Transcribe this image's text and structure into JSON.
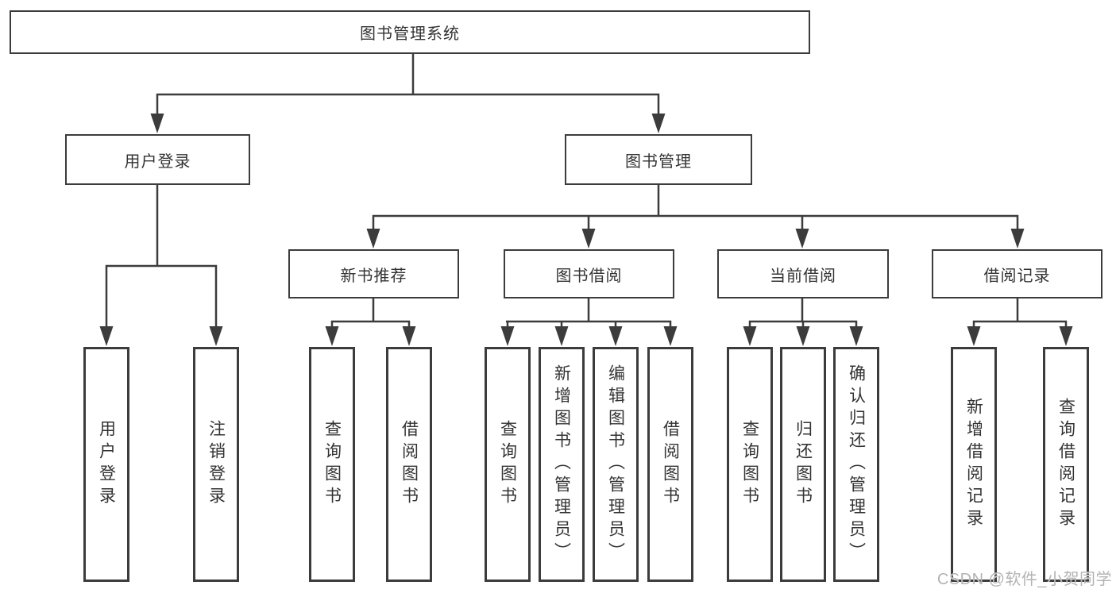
{
  "diagram": {
    "root": {
      "label": "图书管理系统"
    },
    "branches": [
      {
        "label": "用户登录",
        "children": [
          "用户登录",
          "注销登录"
        ]
      },
      {
        "label": "图书管理",
        "sections": [
          {
            "label": "新书推荐",
            "children": [
              "查询图书",
              "借阅图书"
            ]
          },
          {
            "label": "图书借阅",
            "children": [
              "查询图书",
              "新增图书（管理员）",
              "编辑图书（管理员）",
              "借阅图书"
            ]
          },
          {
            "label": "当前借阅",
            "children": [
              "查询图书",
              "归还图书",
              "确认归还（管理员）"
            ]
          },
          {
            "label": "借阅记录",
            "children": [
              "新增借阅记录",
              "查询借阅记录"
            ]
          }
        ]
      }
    ]
  },
  "watermark": {
    "text": "CSDN @软件_小贺同学"
  },
  "colors": {
    "line": "#3c3c3c",
    "box_border": "#3c3c3c",
    "box_fill": "#ffffff",
    "text": "#333333",
    "watermark_text": "#b3b3b3",
    "background": "#ffffff"
  }
}
